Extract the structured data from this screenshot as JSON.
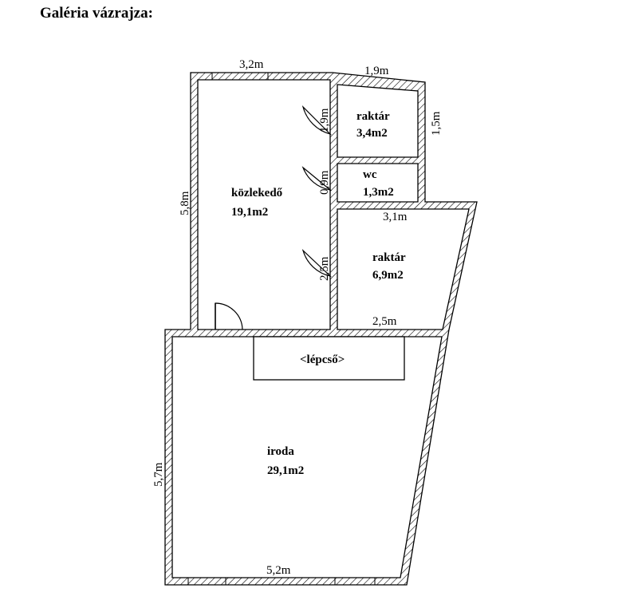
{
  "title": "Galéria vázrajza:",
  "rooms": {
    "kozlekedo": {
      "name": "közlekedő",
      "area": "19,1m2"
    },
    "raktar_small": {
      "name": "raktár",
      "area": "3,4m2"
    },
    "wc": {
      "name": "wc",
      "area": "1,3m2"
    },
    "raktar_large": {
      "name": "raktár",
      "area": "6,9m2"
    },
    "iroda": {
      "name": "iroda",
      "area": "29,1m2"
    },
    "stairs": {
      "name": "<lépcső>"
    }
  },
  "dimensions": {
    "top_left": "3,2m",
    "top_right": "1,9m",
    "raktar_right": "1,5m",
    "kozlekedo_left": "5,8m",
    "door_raktar": "1,9m",
    "door_wc": "0,9m",
    "door_raktar_large": "2,5m",
    "raktar_large_top": "3,1m",
    "raktar_large_bottom": "2,5m",
    "iroda_left": "5,7m",
    "iroda_bottom": "5,2m"
  }
}
